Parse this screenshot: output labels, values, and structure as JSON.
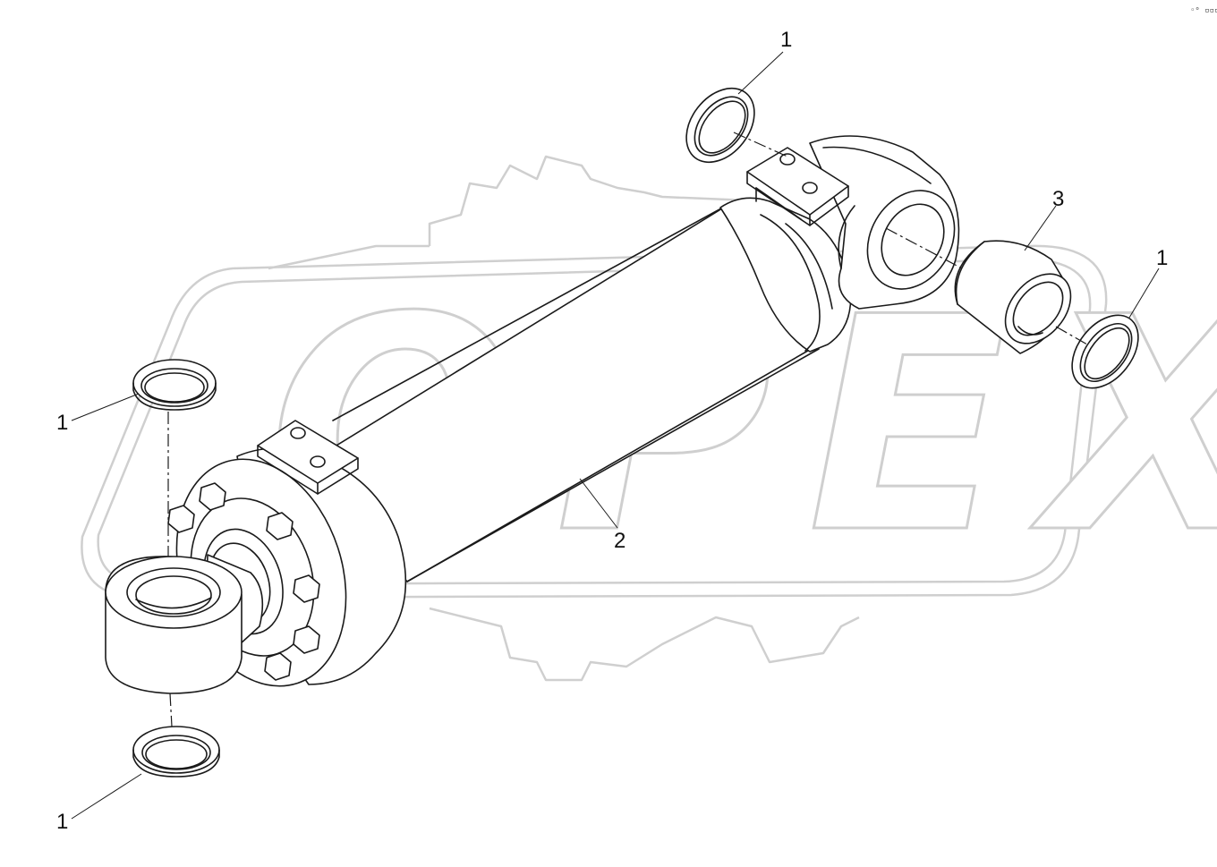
{
  "corner_mark": "◦ᵒ ▫▫▫",
  "callouts": {
    "seal_top": "1",
    "seal_right": "1",
    "seal_left_upper": "1",
    "seal_left_lower": "1",
    "barrel": "2",
    "bushing": "3"
  }
}
